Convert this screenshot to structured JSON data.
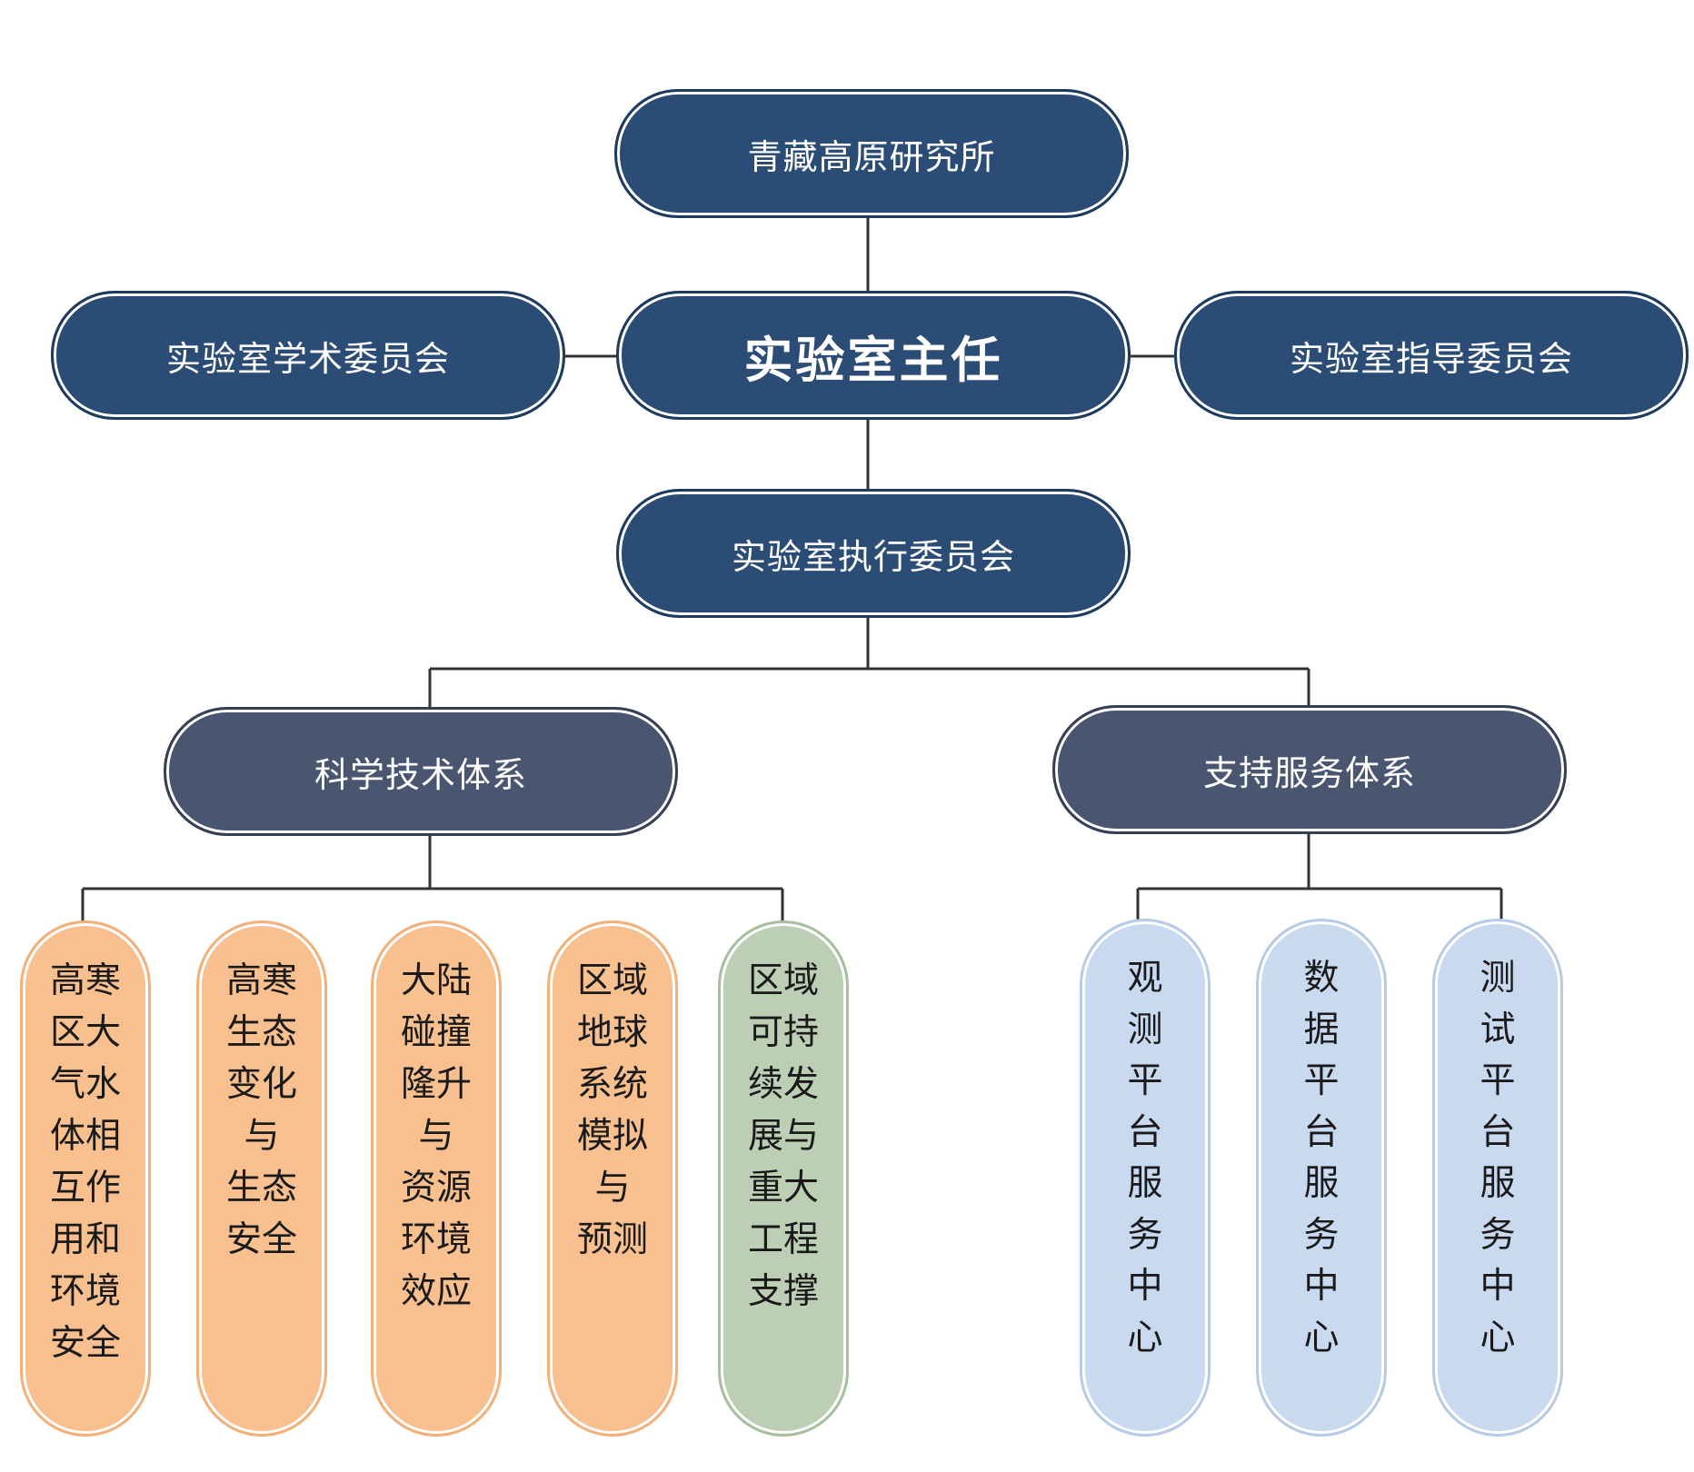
{
  "top": {
    "institute": "青藏高原研究所"
  },
  "middle": {
    "academic_committee": "实验室学术委员会",
    "director": "实验室主任",
    "guidance_committee": "实验室指导委员会",
    "executive_committee": "实验室执行委员会"
  },
  "systems": {
    "science": "科学技术体系",
    "support": "支持服务体系"
  },
  "science_groups": [
    {
      "text": "高寒\n区大\n气水\n体相\n互作\n用和\n环境\n安全",
      "color": "#f8c08f"
    },
    {
      "text": "高寒\n生态\n变化\n与\n生态\n安全",
      "color": "#f8c08f"
    },
    {
      "text": "大陆\n碰撞\n隆升\n与\n资源\n环境\n效应",
      "color": "#f8c08f"
    },
    {
      "text": "区域\n地球\n系统\n模拟\n与\n预测",
      "color": "#f8c08f"
    },
    {
      "text": "区域\n可持\n续发\n展与\n重大\n工程\n支撑",
      "color": "#bccfb5"
    }
  ],
  "support_centers": [
    {
      "text": "观\n测\n平\n台\n服\n务\n中\n心",
      "color": "#c8d9f0"
    },
    {
      "text": "数\n据\n平\n台\n服\n务\n中\n心",
      "color": "#c8d9f0"
    },
    {
      "text": "测\n试\n平\n台\n服\n务\n中\n心",
      "color": "#c8d9f0"
    }
  ],
  "colors": {
    "navy": "#2b4c74",
    "slate": "#4a5570",
    "orange": "#f8c08f",
    "green": "#bccfb5",
    "blue": "#c8d9f0",
    "connector": "#333333"
  }
}
